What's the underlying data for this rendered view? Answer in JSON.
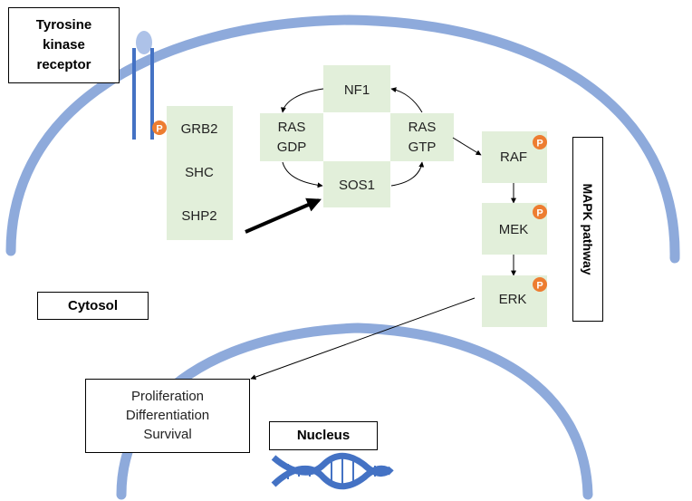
{
  "labels": {
    "receptor": [
      "Tyrosine",
      "kinase",
      "receptor"
    ],
    "cytosol": "Cytosol",
    "nucleus": "Nucleus",
    "mapk_pathway": "MAPK pathway",
    "outcomes": [
      "Proliferation",
      "Differentiation",
      "Survival"
    ]
  },
  "adaptor_proteins": [
    "GRB2",
    "SHC",
    "SHP2"
  ],
  "ras_cycle": {
    "top": "NF1",
    "left": [
      "RAS",
      "GDP"
    ],
    "right": [
      "RAS",
      "GTP"
    ],
    "bottom": "SOS1"
  },
  "mapk_cascade": [
    "RAF",
    "MEK",
    "ERK"
  ],
  "phospho_marker": "P",
  "colors": {
    "membrane": "#8eaadb",
    "receptor": "#4472c4",
    "receptor_head": "#adc2e8",
    "protein_box": "#e2efda",
    "phospho": "#ed7d31",
    "dna": "#4472c4"
  }
}
